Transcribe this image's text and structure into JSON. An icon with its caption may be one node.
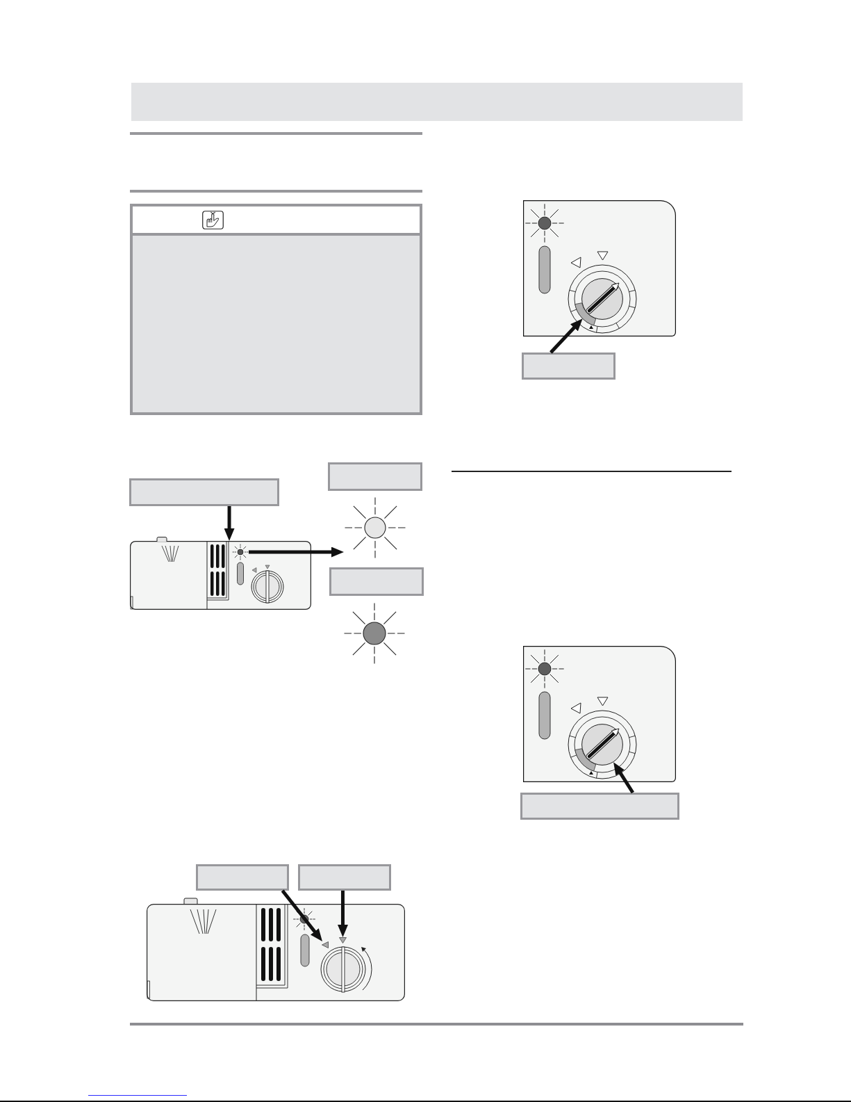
{
  "diagram": {
    "nodes": [
      {
        "text": [],
        "shape": "box"
      },
      {
        "text": [],
        "shape": "picture"
      },
      {
        "text": [],
        "shape": "circle",
        "in": 1
      },
      {
        "text": [],
        "shape": "box"
      },
      {
        "text": [],
        "shape": "circle"
      },
      {
        "text": [],
        "shape": "box"
      },
      {
        "text": [],
        "shape": "circle"
      },
      {
        "text": [],
        "shape": "box"
      },
      {
        "text": [],
        "shape": "box"
      },
      {
        "text": [],
        "shape": "picture"
      },
      {
        "text": [],
        "shape": "triangle",
        "in": 9
      },
      {
        "text": [],
        "shape": "triangle",
        "in": 9
      },
      {
        "text": [],
        "shape": "picture"
      },
      {
        "text": [],
        "shape": "circle",
        "in": 12
      },
      {
        "text": [],
        "shape": "arc",
        "in": 12
      },
      {
        "text": [],
        "shape": "box"
      },
      {
        "text": [],
        "shape": "picture"
      },
      {
        "text": [],
        "shape": "circle",
        "in": 16
      },
      {
        "text": [],
        "shape": "box"
      }
    ],
    "edges": [
      {
        "from": 0,
        "to": 1,
        "arrow": "to"
      },
      {
        "from": 2,
        "to": 4,
        "arrow": "to"
      },
      {
        "from": 7,
        "to": 10,
        "arrow": "to"
      },
      {
        "from": 8,
        "to": 11,
        "arrow": "to"
      },
      {
        "from": 15,
        "to": 14,
        "arrow": "to"
      },
      {
        "from": 18,
        "to": 17,
        "arrow": "to"
      }
    ]
  }
}
